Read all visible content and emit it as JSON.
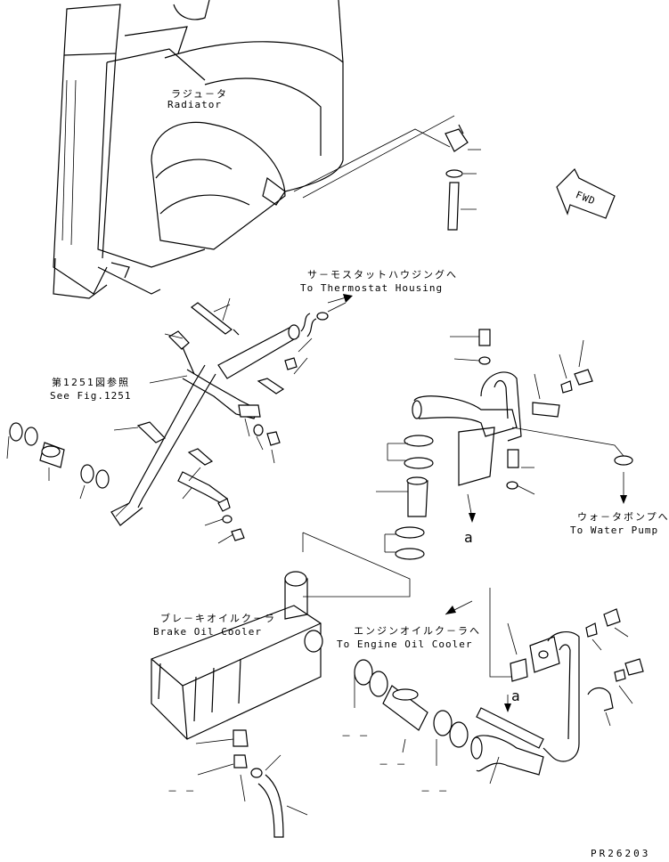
{
  "labels": {
    "radiator_jp": "ラジュ－タ",
    "radiator_en": "Radiator",
    "thermostat_jp": "サ－モスタットハウジングへ",
    "thermostat_en": "To Thermostat Housing",
    "seefig_jp": "第1251図参照",
    "seefig_en": "See Fig.1251",
    "waterpump_jp": "ウォ－タボンプへ",
    "waterpump_en": "To Water Pump",
    "brake_jp": "ブレ－キオイルク－ラ",
    "brake_en": "Brake Oil Cooler",
    "engine_jp": "エンジンオイルク－ラへ",
    "engine_en": "To Engine Oil Cooler",
    "a_mark_1": "a",
    "a_mark_2": "a",
    "fwd": "FWD",
    "drawing_no": "PR26203"
  },
  "dashes": [
    "－ －",
    "－ －",
    "－ －",
    "－ －"
  ]
}
